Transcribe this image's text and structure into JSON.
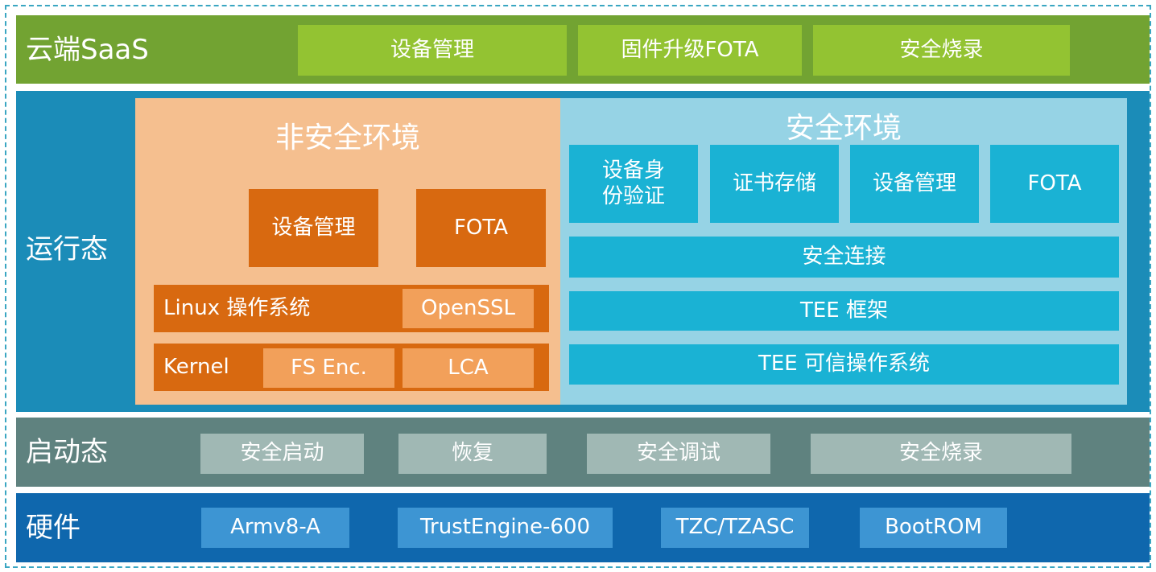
{
  "layers": {
    "cloud": {
      "title": "云端SaaS",
      "items": [
        "设备管理",
        "固件升级FOTA",
        "安全烧录"
      ]
    },
    "runtime": {
      "title": "运行态",
      "nonsecure": {
        "title": "非安全环境",
        "apps": [
          "设备管理",
          "FOTA"
        ],
        "os_label": "Linux 操作系统",
        "os_lib": "OpenSSL",
        "kernel_label": "Kernel",
        "kernel_items": [
          "FS Enc.",
          "LCA"
        ]
      },
      "secure": {
        "title": "安全环境",
        "apps": [
          "设备身份验证",
          "证书存储",
          "设备管理",
          "FOTA"
        ],
        "rows": [
          "安全连接",
          "TEE 框架",
          "TEE 可信操作系统"
        ]
      }
    },
    "boot": {
      "title": "启动态",
      "items": [
        "安全启动",
        "恢复",
        "安全调试",
        "安全烧录"
      ]
    },
    "hardware": {
      "title": "硬件",
      "items": [
        "Armv8-A",
        "TrustEngine-600",
        "TZC/TZASC",
        "BootROM"
      ]
    }
  },
  "colors": {
    "cloud_bg": "#72a332",
    "cloud_box": "#93c332",
    "runtime_bg": "#1b8cb8",
    "nonsecure_bg": "#f5bf8f",
    "nonsecure_box": "#d86910",
    "nonsecure_inner": "#f2a05a",
    "secure_bg": "#96d3e5",
    "secure_box": "#1ab2d4",
    "boot_bg": "#5f827f",
    "boot_box": "#a0b8b4",
    "hardware_bg": "#0f67ad",
    "hardware_box": "#3d95d3"
  }
}
